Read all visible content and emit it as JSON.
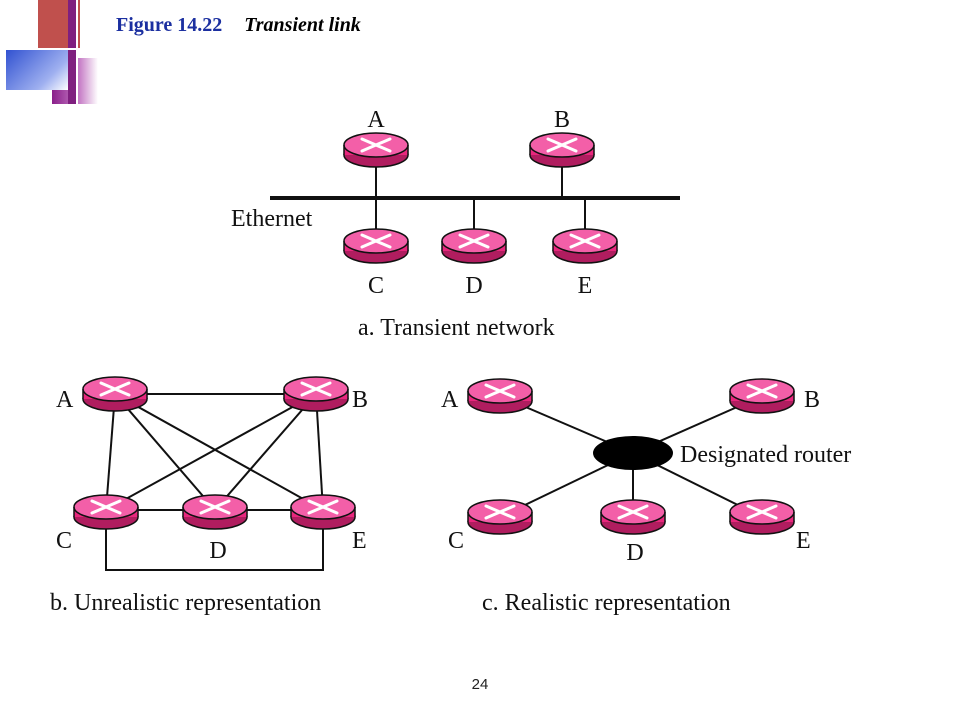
{
  "header": {
    "figure_number": "Figure 14.22",
    "caption": "Transient link"
  },
  "colors": {
    "router_fill": "#e8277d",
    "router_top": "#f35fa8",
    "link": "#111111",
    "dr_fill": "#000000",
    "deco_red": "#c0504d",
    "deco_purple": "#7f1f7f",
    "deco_blue": "#3f5fd6"
  },
  "panel_a": {
    "routers": [
      "A",
      "B",
      "C",
      "D",
      "E"
    ],
    "segment_label": "Ethernet",
    "caption": "a. Transient network"
  },
  "panel_b": {
    "routers": [
      "A",
      "B",
      "C",
      "D",
      "E"
    ],
    "caption": "b. Unrealistic representation"
  },
  "panel_c": {
    "routers": [
      "A",
      "B",
      "C",
      "D",
      "E"
    ],
    "dr_label": "Designated router",
    "caption": "c. Realistic representation"
  },
  "footer": {
    "page_number": "24"
  }
}
